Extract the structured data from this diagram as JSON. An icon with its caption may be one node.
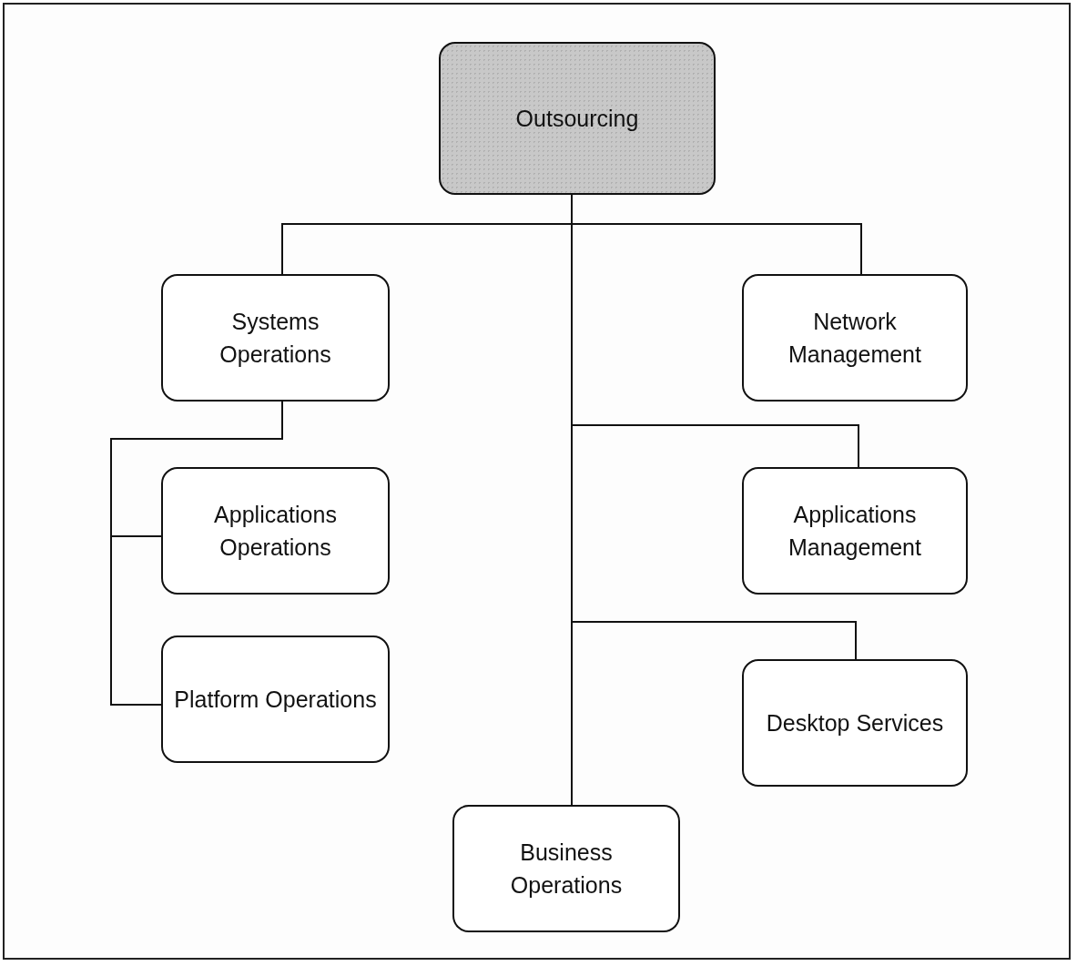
{
  "diagram": {
    "nodes": [
      {
        "text": [
          "Outsourcing"
        ]
      },
      {
        "text": [
          "Systems Operations"
        ]
      },
      {
        "text": [
          "Network Management"
        ]
      },
      {
        "text": [
          "Applications Operations"
        ]
      },
      {
        "text": [
          "Applications Management"
        ]
      },
      {
        "text": [
          "Platform Operations"
        ]
      },
      {
        "text": [
          "Desktop Services"
        ]
      },
      {
        "text": [
          "Business Operations"
        ]
      }
    ],
    "edges": [
      {
        "from": 0,
        "to": 1,
        "arrow": "none"
      },
      {
        "from": 0,
        "to": 2,
        "arrow": "none"
      },
      {
        "from": 0,
        "to": 4,
        "arrow": "none"
      },
      {
        "from": 0,
        "to": 6,
        "arrow": "none"
      },
      {
        "from": 0,
        "to": 7,
        "arrow": "none"
      },
      {
        "from": 1,
        "to": 3,
        "arrow": "none"
      },
      {
        "from": 1,
        "to": 5,
        "arrow": "none"
      }
    ]
  }
}
